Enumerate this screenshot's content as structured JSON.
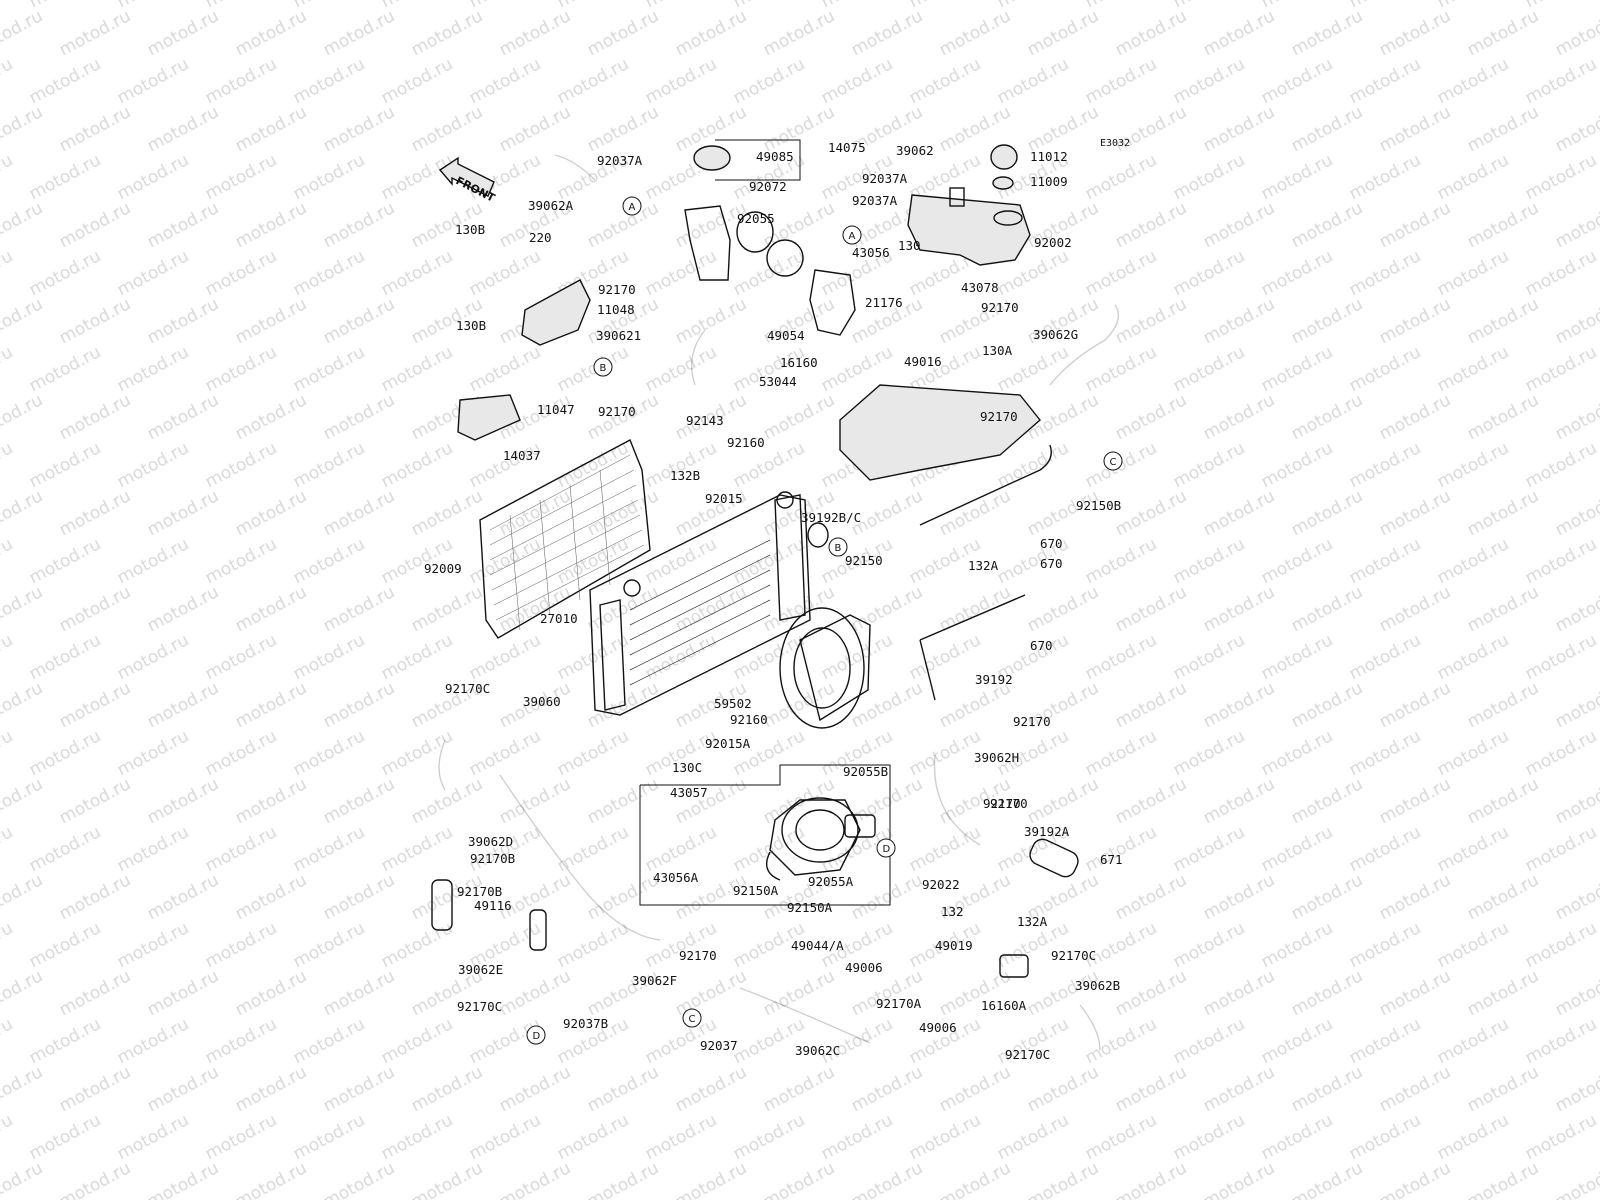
{
  "watermark": "motod.ru",
  "diagram_code": "E3032",
  "front_label": "FRONT",
  "callouts": [
    "A",
    "B",
    "C",
    "D"
  ],
  "part_labels": [
    "92037A",
    "49085",
    "14075",
    "39062",
    "11012",
    "92072",
    "92037A",
    "11009",
    "39062A",
    "92055",
    "92037A",
    "92002",
    "220",
    "43056",
    "130",
    "43078",
    "130B",
    "92170",
    "21176",
    "92170",
    "11048",
    "49054",
    "39062G",
    "390621",
    "16160",
    "49016",
    "130B",
    "53044",
    "130A",
    "11047",
    "92170",
    "92170",
    "92143",
    "92160",
    "14037",
    "132B",
    "92015",
    "92150B",
    "39192B/C",
    "670",
    "670",
    "92009",
    "92150",
    "132A",
    "27010",
    "670",
    "39192",
    "92170C",
    "39060",
    "59502",
    "92160",
    "92170",
    "92015A",
    "39062H",
    "92170",
    "130C",
    "92055B",
    "43057",
    "92170",
    "39192A",
    "671",
    "39062D",
    "92170B",
    "92022",
    "43056A",
    "92150A",
    "92055A",
    "92170B",
    "92150A",
    "132",
    "132A",
    "49116",
    "49044/A",
    "49019",
    "92170C",
    "39062E",
    "49006",
    "92170",
    "16160A",
    "39062B",
    "39062F",
    "92170C",
    "92037B",
    "92170A",
    "49006",
    "92037",
    "39062C",
    "92170C"
  ]
}
